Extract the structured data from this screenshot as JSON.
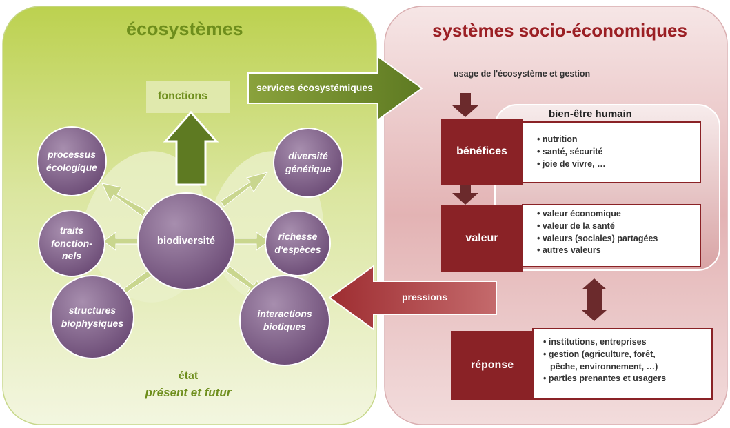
{
  "colors": {
    "eco_panel": "#d3e08a",
    "socio_panel": "#dca7a8",
    "arrow_green": "#6f8a2e",
    "arrow_red": "#a7373a",
    "box_red": "#8a2226",
    "circle": "#8a6a92"
  },
  "ecosystems": {
    "title": "écosystèmes",
    "functions_label": "fonctions",
    "center": "biodiversité",
    "circles": [
      "processus\nécologique",
      "traits\nfonction-\nnels",
      "structures\nbiophysiques",
      "diversité\ngénétique",
      "richesse\nd'espèces",
      "interactions\nbiotiques"
    ],
    "state_line1": "état",
    "state_line2": "présent et futur"
  },
  "flows": {
    "services": "services écosystémiques",
    "pressions": "pressions"
  },
  "socio": {
    "title": "systèmes socio-économiques",
    "usage": "usage de l'écosystème et gestion",
    "wellbeing": "bien-être humain",
    "benefices": {
      "label": "bénéfices",
      "items": [
        "nutrition",
        "santé, sécurité",
        "joie de vivre, …"
      ]
    },
    "valeur": {
      "label": "valeur",
      "items": [
        "valeur économique",
        "valeur de la santé",
        "valeurs (sociales) partagées",
        "autres valeurs"
      ]
    },
    "reponse": {
      "label": "réponse",
      "items": [
        "institutions, entreprises",
        "gestion (agriculture, forêt,",
        "pêche, environnement, …)",
        "parties prenantes et usagers"
      ]
    }
  }
}
